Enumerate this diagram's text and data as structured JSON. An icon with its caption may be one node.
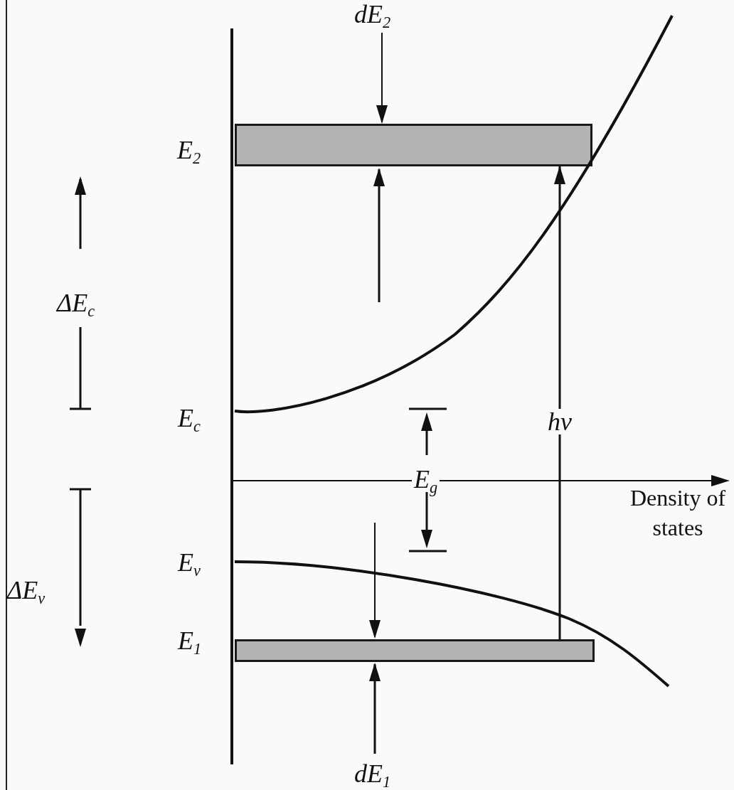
{
  "diagram": {
    "nodes": [
      {
        "text": [],
        "shape": "bar"
      },
      {
        "text": [],
        "shape": "bar"
      }
    ],
    "edges": [
      {
        "from": 1,
        "to": 0,
        "arrow": "to",
        "label": "hν"
      }
    ],
    "labels": [
      "dE$_{2}$",
      "E$_{2}$",
      "ΔE$_{c}$",
      "E$_{c}$",
      "E$_{g}$",
      "Density of states",
      "E$_{v}$",
      "ΔE$_{v}$",
      "E$_{1}$",
      "dE$_{1}$"
    ]
  }
}
